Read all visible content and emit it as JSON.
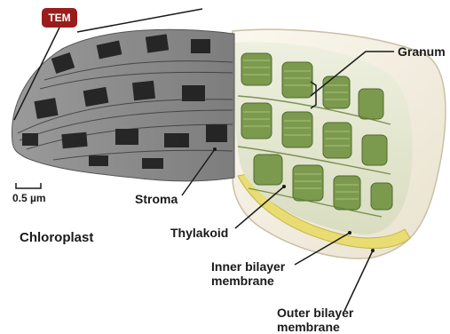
{
  "badge": {
    "label": "TEM"
  },
  "scale_bar": {
    "label": "0.5 µm"
  },
  "labels": {
    "granum": "Granum",
    "stroma": "Stroma",
    "thylakoid": "Thylakoid",
    "chloroplast": "Chloroplast",
    "inner_membrane": [
      "Inner bilayer",
      "membrane"
    ],
    "outer_membrane": [
      "Outer bilayer",
      "membrane"
    ]
  },
  "colors": {
    "badge": "#9b1c1c",
    "tem_gray": "#8a8a8a",
    "grana_green": "#7c9a4e",
    "inner_yellow": "#e8dc72",
    "outer_envelope": "#f4efe2"
  }
}
